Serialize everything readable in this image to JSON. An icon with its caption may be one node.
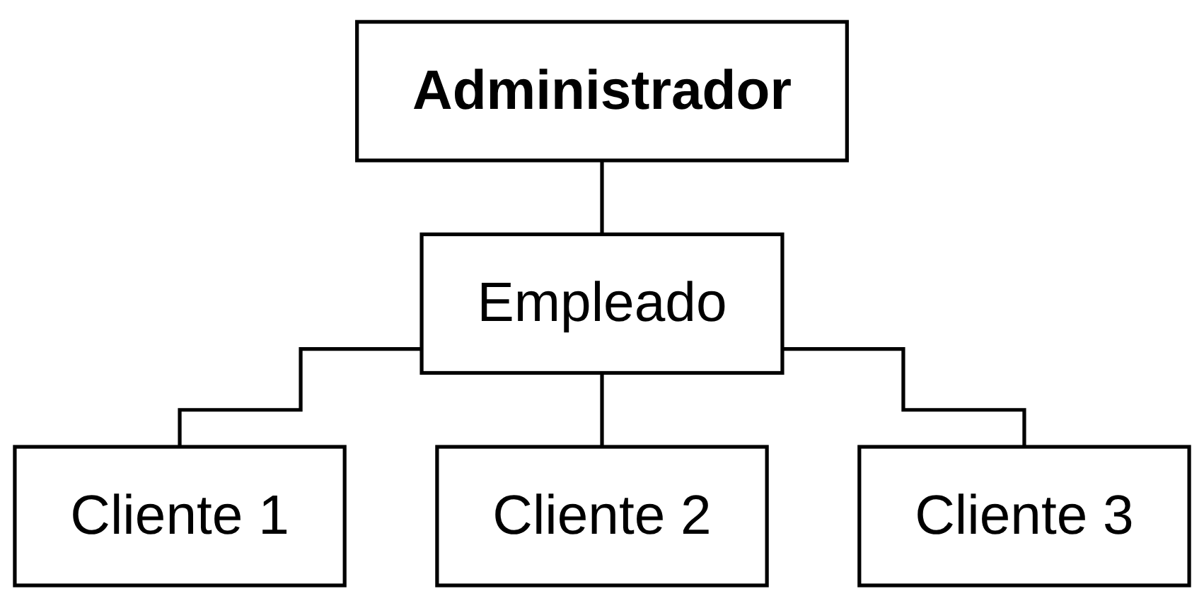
{
  "diagram": {
    "nodes": [
      {
        "text": [
          "Administrador"
        ]
      },
      {
        "text": [
          "Empleado"
        ]
      },
      {
        "text": [
          "Cliente 1"
        ]
      },
      {
        "text": [
          "Cliente  2"
        ]
      },
      {
        "text": [
          "Cliente 3"
        ]
      }
    ],
    "edges": [
      {
        "from": 0,
        "to": 1,
        "arrow": "none"
      },
      {
        "from": 1,
        "to": 2,
        "arrow": "none"
      },
      {
        "from": 1,
        "to": 3,
        "arrow": "none"
      },
      {
        "from": 1,
        "to": 4,
        "arrow": "none"
      }
    ]
  }
}
